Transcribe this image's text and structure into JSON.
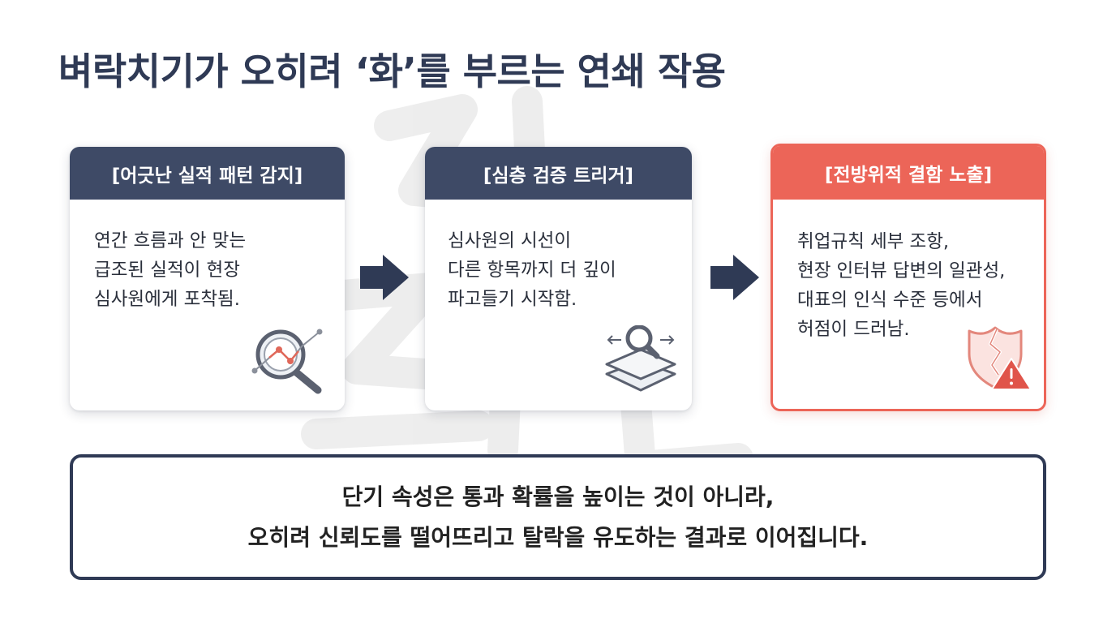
{
  "title": "벼락치기가 오히려 ‘화’를 부르는 연쇄 작용",
  "steps": [
    {
      "header": "[어긋난 실적 패턴 감지]",
      "lines": [
        "연간 흐름과 안 맞는",
        "급조된 실적이 현장",
        "심사원에게 포착됨."
      ],
      "icon": "magnifier-chart-icon"
    },
    {
      "header": "[심층 검증 트리거]",
      "lines": [
        "심사원의 시선이",
        "다른 항목까지 더 깊이",
        "파고들기 시작함."
      ],
      "icon": "layered-search-icon"
    },
    {
      "header": "[전방위적 결함 노출]",
      "lines": [
        "취업규칙 세부 조항,",
        "현장 인터뷰 답변의 일관성,",
        "대표의 인식 수준 등에서",
        "허점이 드러남."
      ],
      "icon": "broken-shield-warning-icon"
    }
  ],
  "conclusion": {
    "line1": "단기 속성은 통과 확률을 높이는 것이 아니라,",
    "line2": "오히려 신뢰도를 떨어뜨리고 탈락을 유도하는 결과로 이어집니다."
  },
  "colors": {
    "navy": "#3e4a66",
    "title": "#2f3a55",
    "alert": "#ec6558"
  }
}
